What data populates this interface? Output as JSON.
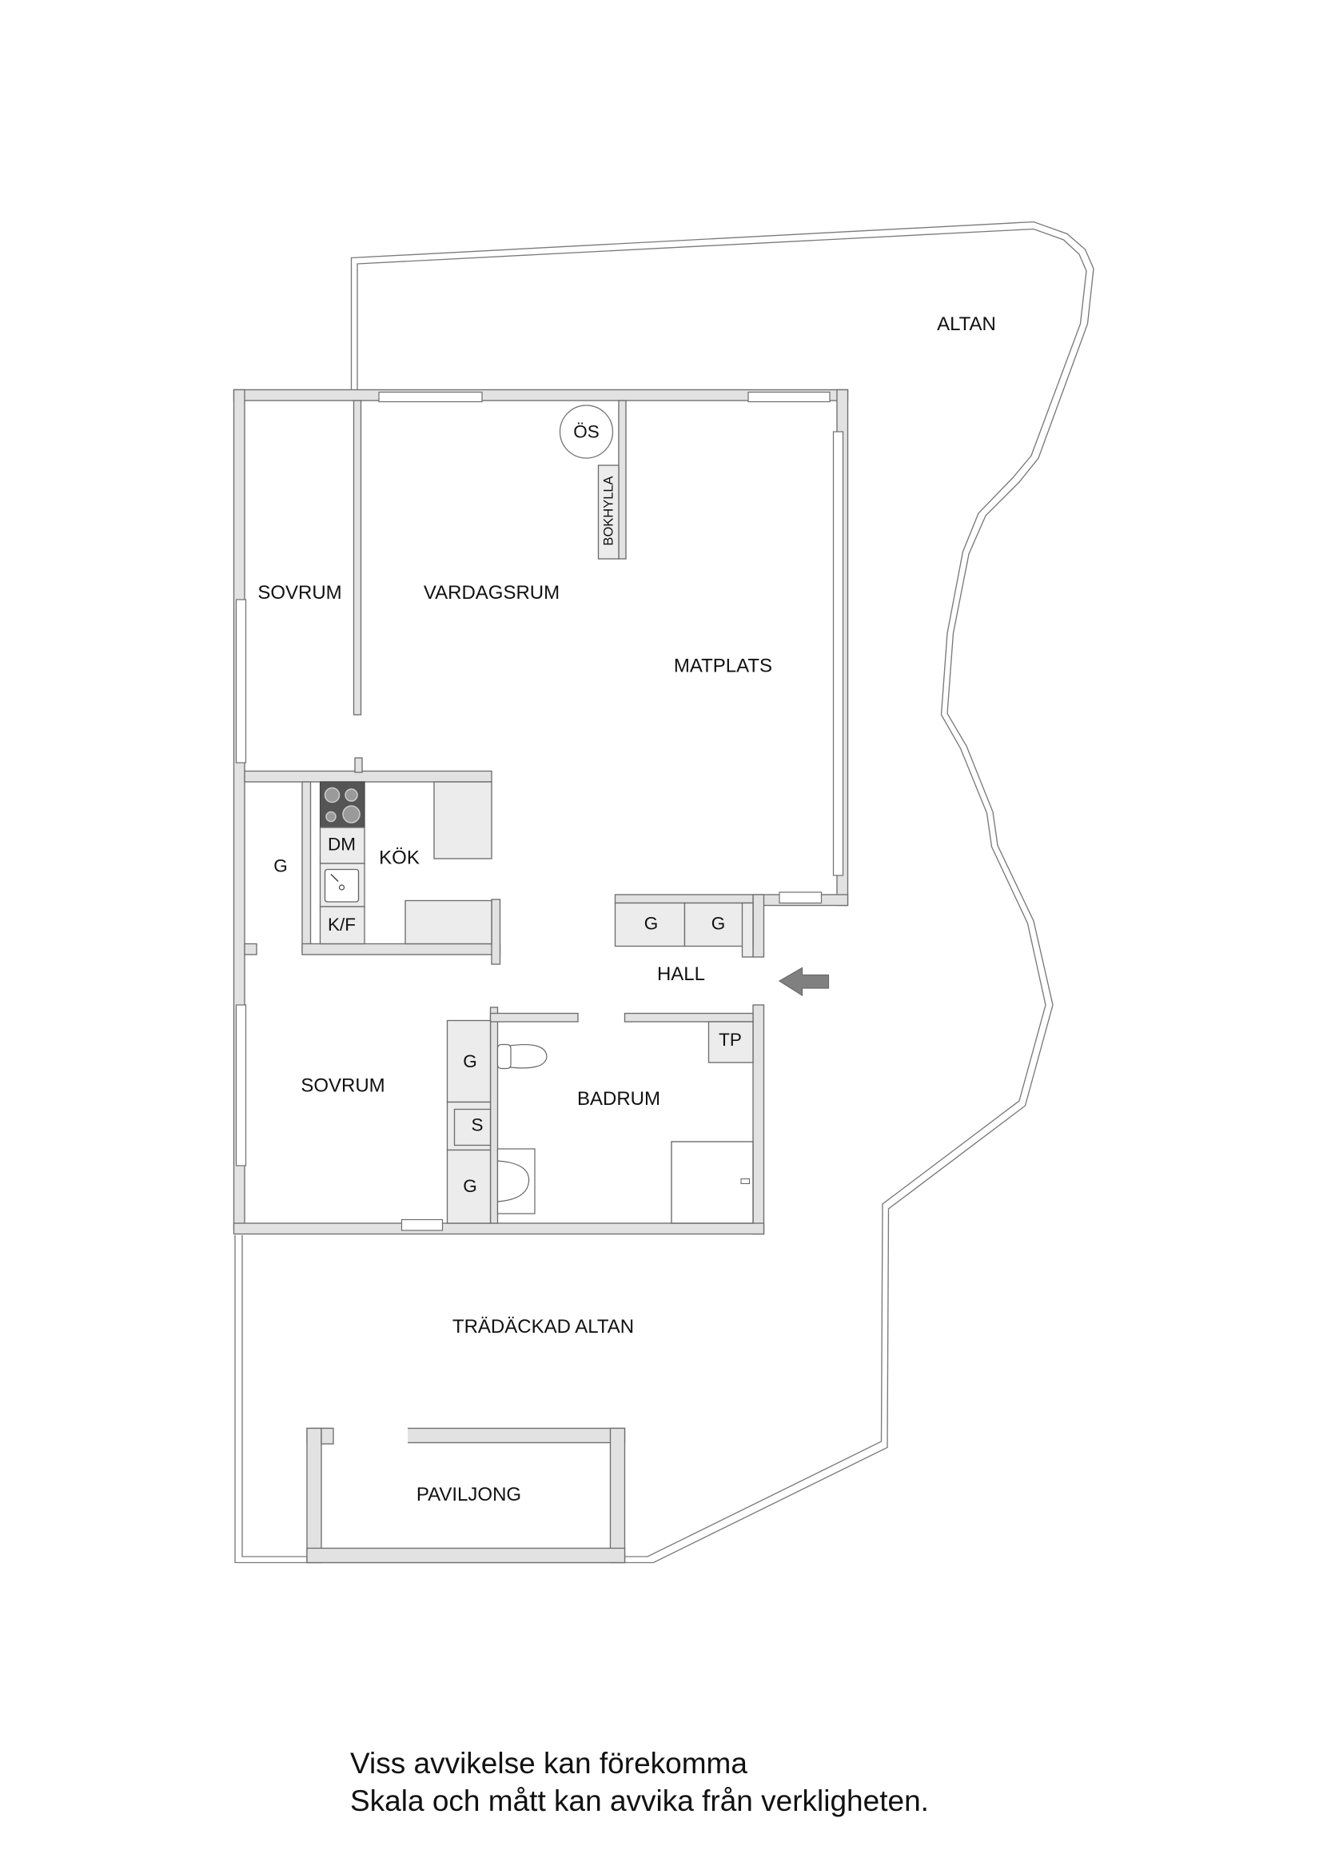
{
  "rooms": {
    "altan": "ALTAN",
    "sovrum_top": "SOVRUM",
    "vardagsrum": "VARDAGSRUM",
    "matplats": "MATPLATS",
    "kok": "KÖK",
    "hall": "HALL",
    "sovrum_bottom": "SOVRUM",
    "badrum": "BADRUM",
    "tradackad_altan": "TRÄDÄCKAD ALTAN",
    "paviljong": "PAVILJONG"
  },
  "fixtures": {
    "oppen_spis": "ÖS",
    "bokhylla": "BOKHYLLA",
    "diskmaskin": "DM",
    "kyl_frys": "K/F",
    "garderob": "G",
    "hall_garderob_1": "G",
    "hall_garderob_2": "G",
    "bad_garderob_1": "G",
    "bad_garderob_2": "G",
    "stad": "S",
    "torktumlare": "TP"
  },
  "icons": {
    "entrance": "entrance-arrow-icon",
    "stove": "stove-icon",
    "sink": "sink-icon",
    "toilet": "toilet-icon",
    "washbasin": "washbasin-icon",
    "shower": "shower-icon"
  },
  "colors": {
    "wall_fill": "#e2e2e2",
    "wall_stroke": "#6e6e6e",
    "stove": "#555555",
    "arrow": "#808080"
  },
  "disclaimer": {
    "line1": "Viss avvikelse kan förekomma",
    "line2": "Skala och mått kan avvika från verkligheten."
  }
}
